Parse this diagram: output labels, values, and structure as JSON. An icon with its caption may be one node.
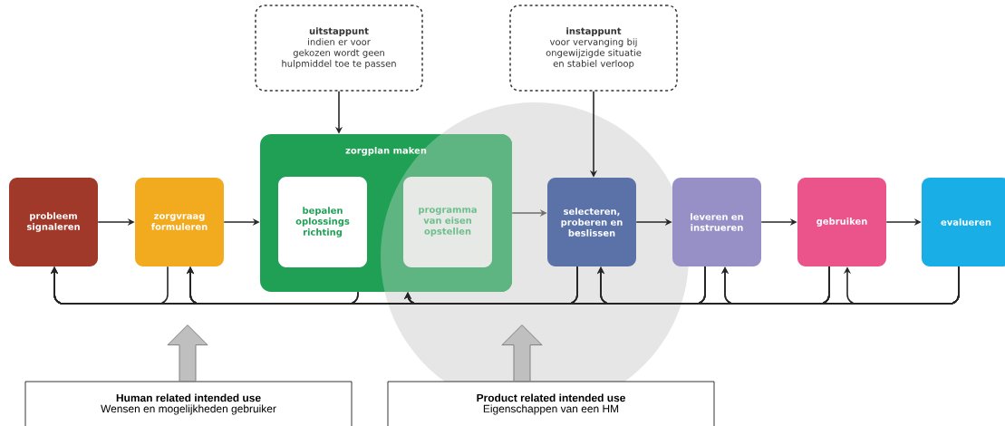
{
  "diagram": {
    "nodes": [
      {
        "text": [
          "probleem signaleren"
        ]
      },
      {
        "text": [
          "zorgvraag formuleren"
        ]
      },
      {
        "text": [
          "zorgplan maken"
        ]
      },
      {
        "text": [
          "bepalen oplossings richting"
        ],
        "in": 2
      },
      {
        "text": [
          "programma van eisen opstellen"
        ],
        "in": 2
      },
      {
        "text": [
          "selecteren, proberen en beslissen"
        ]
      },
      {
        "text": [
          "leveren en instrueren"
        ]
      },
      {
        "text": [
          "gebruiken"
        ]
      },
      {
        "text": [
          "evalueren"
        ]
      },
      {
        "text": [
          "uitstappunt",
          "indien er voor gekozen wordt geen hulpmiddel toe te passen"
        ]
      },
      {
        "text": [
          "instappunt",
          "voor vervanging bij ongewijzigde situatie en stabiel verloop"
        ]
      },
      {
        "text": [
          "Human related intended use",
          "Wensen en mogelijkheden  gebruiker"
        ]
      },
      {
        "text": [
          "Product related intended use",
          "Eigenschappen van een HM"
        ]
      }
    ],
    "edges": [
      {
        "from": 0,
        "to": 1,
        "arrow": "to"
      },
      {
        "from": 1,
        "to": 2,
        "arrow": "to"
      },
      {
        "from": 2,
        "to": 5,
        "arrow": "to",
        "color": "#6d6d6d"
      },
      {
        "from": 5,
        "to": 6,
        "arrow": "to"
      },
      {
        "from": 6,
        "to": 7,
        "arrow": "to"
      },
      {
        "from": 7,
        "to": 8,
        "arrow": "to"
      },
      {
        "from": 9,
        "to": 2,
        "arrow": "to"
      },
      {
        "from": 10,
        "to": 5,
        "arrow": "to"
      },
      {
        "from": 1,
        "to": 0,
        "arrow": "to"
      },
      {
        "from": 2,
        "to": 0,
        "arrow": "to"
      },
      {
        "from": 2,
        "to": 1,
        "arrow": "to"
      },
      {
        "from": 5,
        "to": 0,
        "arrow": "to"
      },
      {
        "from": 5,
        "to": 1,
        "arrow": "to"
      },
      {
        "from": 5,
        "to": 2,
        "arrow": "to"
      },
      {
        "from": 6,
        "to": 0,
        "arrow": "to"
      },
      {
        "from": 6,
        "to": 1,
        "arrow": "to"
      },
      {
        "from": 6,
        "to": 2,
        "arrow": "to"
      },
      {
        "from": 6,
        "to": 5,
        "arrow": "to"
      },
      {
        "from": 7,
        "to": 0,
        "arrow": "to"
      },
      {
        "from": 7,
        "to": 1,
        "arrow": "to"
      },
      {
        "from": 7,
        "to": 2,
        "arrow": "to"
      },
      {
        "from": 7,
        "to": 5,
        "arrow": "to"
      },
      {
        "from": 7,
        "to": 6,
        "arrow": "to"
      },
      {
        "from": 8,
        "to": 0,
        "arrow": "to"
      },
      {
        "from": 8,
        "to": 1,
        "arrow": "to"
      },
      {
        "from": 8,
        "to": 2,
        "arrow": "to"
      },
      {
        "from": 8,
        "to": 5,
        "arrow": "to"
      },
      {
        "from": 8,
        "to": 6,
        "arrow": "to"
      },
      {
        "from": 8,
        "to": 7,
        "arrow": "to"
      },
      {
        "from": 11,
        "to": null,
        "arrow": "to",
        "style": "thick"
      },
      {
        "from": 12,
        "to": null,
        "arrow": "to",
        "style": "thick"
      }
    ]
  }
}
